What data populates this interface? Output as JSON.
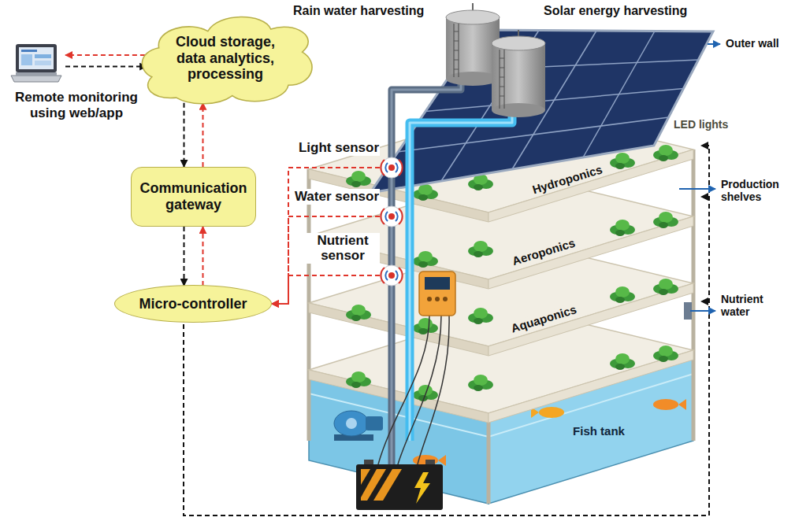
{
  "diagram": {
    "nodes": [
      {
        "text": [
          "Remote monitoring using web/app"
        ]
      },
      {
        "text": [
          "Cloud storage, data analytics, processing"
        ]
      },
      {
        "text": [
          "Communication gateway"
        ]
      },
      {
        "text": [
          "Micro-controller"
        ]
      },
      {
        "text": [
          "Light sensor"
        ]
      },
      {
        "text": [
          "Water sensor"
        ]
      },
      {
        "text": [
          "Nutrient sensor"
        ]
      }
    ],
    "edges": [
      {
        "from": 1,
        "to": 0,
        "arrow": "to"
      },
      {
        "from": 0,
        "to": 1,
        "arrow": "to"
      },
      {
        "from": 1,
        "to": 2,
        "arrow": "to"
      },
      {
        "from": 2,
        "to": 1,
        "arrow": "to"
      },
      {
        "from": 2,
        "to": 3,
        "arrow": "to"
      },
      {
        "from": 3,
        "to": 2,
        "arrow": "to"
      },
      {
        "from": 4,
        "to": 3,
        "arrow": "to"
      },
      {
        "from": 5,
        "to": 3,
        "arrow": "to"
      },
      {
        "from": 6,
        "to": 3,
        "arrow": "to"
      }
    ],
    "labels": [
      "Rain water harvesting",
      "Solar energy harvesting",
      "Outer wall",
      "LED lights",
      "Production shelves",
      "Hydroponics",
      "Aeroponics",
      "Nutrient water",
      "Aquaponics",
      "Fish tank"
    ]
  }
}
